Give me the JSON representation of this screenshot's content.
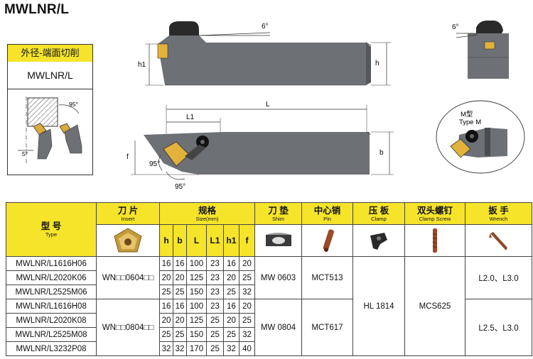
{
  "title": "MWLNR/L",
  "label_cn": "外径-端面切削",
  "label_code": "MWLNR/L",
  "drawing": {
    "angle_top": "6°",
    "angle_side": "6°",
    "h1": "h1",
    "h": "h",
    "L": "L",
    "L1": "L1",
    "f": "f",
    "b": "b",
    "angle_95a": "95°",
    "angle_95b": "95°",
    "mini_95": "95°",
    "mini_5": "5°",
    "m_type_cn": "M型",
    "m_type_en": "Type M"
  },
  "table": {
    "headers": {
      "type": {
        "cn": "型 号",
        "en": "Type"
      },
      "insert": {
        "cn": "刀 片",
        "en": "Insert"
      },
      "size": {
        "cn": "规格",
        "en": "Size(mm)"
      },
      "shim": {
        "cn": "刀 垫",
        "en": "Shim"
      },
      "pin": {
        "cn": "中心销",
        "en": "Pin"
      },
      "clamp": {
        "cn": "压 板",
        "en": "Clamp"
      },
      "screw": {
        "cn": "双头螺钉",
        "en": "Clamp Screw"
      },
      "wrench": {
        "cn": "扳 手",
        "en": "Wrench"
      }
    },
    "size_cols": [
      "h",
      "b",
      "L",
      "L1",
      "h1",
      "f"
    ],
    "rows": [
      {
        "type": "MWLNR/L1616H06",
        "h": "16",
        "b": "16",
        "L": "100",
        "L1": "23",
        "h1": "16",
        "f": "20"
      },
      {
        "type": "MWLNR/L2020K06",
        "h": "20",
        "b": "20",
        "L": "125",
        "L1": "23",
        "h1": "20",
        "f": "25"
      },
      {
        "type": "MWLNR/L2525M06",
        "h": "25",
        "b": "25",
        "L": "150",
        "L1": "23",
        "h1": "25",
        "f": "32"
      },
      {
        "type": "MWLNR/L1616H08",
        "h": "16",
        "b": "16",
        "L": "100",
        "L1": "23",
        "h1": "16",
        "f": "20"
      },
      {
        "type": "MWLNR/L2020K08",
        "h": "20",
        "b": "20",
        "L": "125",
        "L1": "25",
        "h1": "20",
        "f": "25"
      },
      {
        "type": "MWLNR/L2525M08",
        "h": "25",
        "b": "25",
        "L": "150",
        "L1": "25",
        "h1": "25",
        "f": "32"
      },
      {
        "type": "MWLNR/L3232P08",
        "h": "32",
        "b": "32",
        "L": "170",
        "L1": "25",
        "h1": "32",
        "f": "40"
      }
    ],
    "insert_06": "WN□□0604□□",
    "insert_08": "WN□□0804□□",
    "shim_06": "MW 0603",
    "shim_08": "MW 0804",
    "pin_06": "MCT513",
    "pin_08": "MCT617",
    "clamp": "HL 1814",
    "screw": "MCS625",
    "wrench_06": "L2.0、L3.0",
    "wrench_08": "L2.5、L3.0"
  },
  "colors": {
    "header_yellow": "#f6e42a",
    "tool_body": "#6d7074",
    "insert_gold": "#e2b23a"
  }
}
